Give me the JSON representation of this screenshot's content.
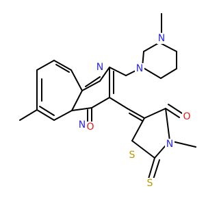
{
  "colors": {
    "background": "#ffffff",
    "carbon_bond": "#000000",
    "nitrogen": "#2b28e0",
    "oxygen": "#e31c16",
    "sulfur": "#b59a00"
  },
  "atoms": {
    "n_bridge": {
      "label": "N",
      "element": "nitrogen"
    },
    "n_pyrimidine": {
      "label": "N",
      "element": "nitrogen"
    },
    "n_piperazine_1": {
      "label": "N",
      "element": "nitrogen"
    },
    "n_piperazine_4": {
      "label": "N",
      "element": "nitrogen"
    },
    "o_pyrimidinone": {
      "label": "O",
      "element": "oxygen"
    },
    "o_thiazolidinone": {
      "label": "O",
      "element": "oxygen"
    },
    "n_thiazolidine": {
      "label": "N",
      "element": "nitrogen"
    },
    "s_ring": {
      "label": "S",
      "element": "sulfur"
    },
    "s_thione": {
      "label": "S",
      "element": "sulfur"
    }
  }
}
